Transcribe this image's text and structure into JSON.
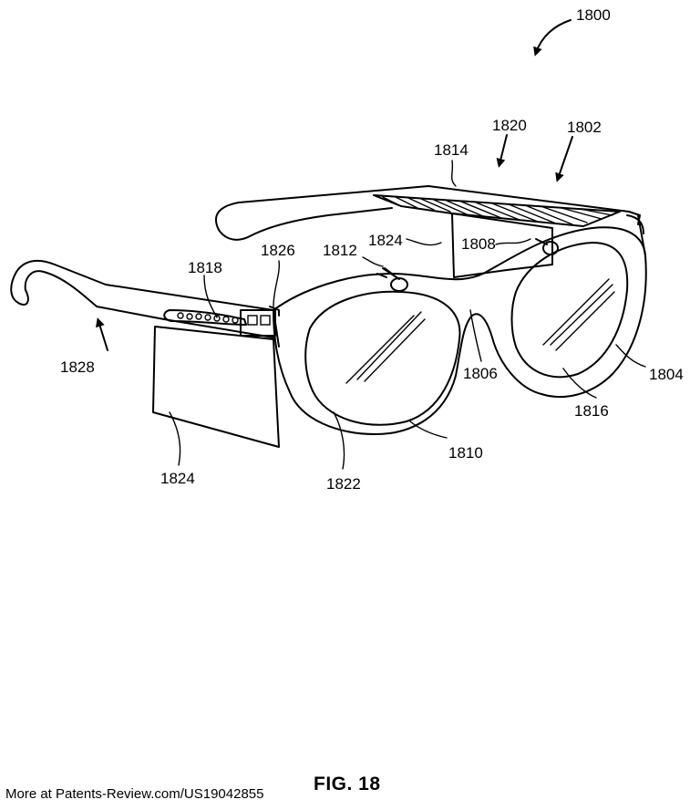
{
  "figure": {
    "caption": "FIG. 18",
    "source_note": "More at Patents-Review.com/US19042855",
    "reference_numerals": {
      "n1800": "1800",
      "n1802": "1802",
      "n1804": "1804",
      "n1806": "1806",
      "n1808": "1808",
      "n1810": "1810",
      "n1812": "1812",
      "n1814": "1814",
      "n1816": "1816",
      "n1818": "1818",
      "n1820": "1820",
      "n1822": "1822",
      "n1824_top": "1824",
      "n1824_bottom": "1824",
      "n1826": "1826",
      "n1828": "1828"
    }
  }
}
